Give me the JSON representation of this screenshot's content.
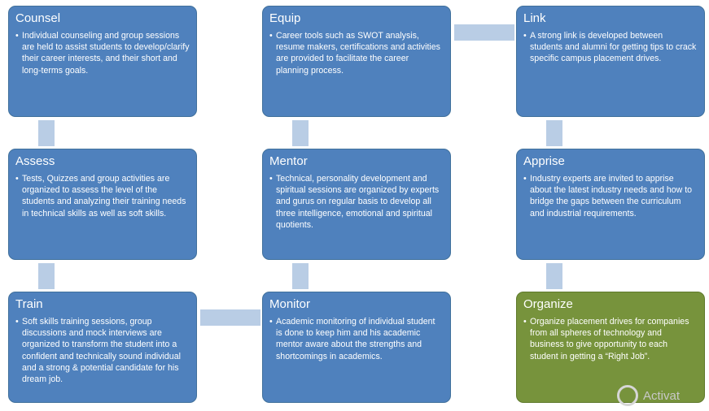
{
  "boxes": {
    "counsel": {
      "title": "Counsel",
      "text": "Individual counseling and group sessions are held to assist students to develop/clarify their career interests, and their short and long-terms goals."
    },
    "equip": {
      "title": "Equip",
      "text": "Career tools such as SWOT analysis, resume makers, certifications and activities are provided to facilitate the career planning process."
    },
    "link": {
      "title": "Link",
      "text": "A strong link is developed between students and alumni for getting tips to crack specific campus placement drives."
    },
    "assess": {
      "title": "Assess",
      "text": "Tests, Quizzes and group activities are organized to assess the level of the students and analyzing their training needs in technical skills as well as soft skills."
    },
    "mentor": {
      "title": "Mentor",
      "text": "Technical, personality development and spiritual sessions are organized by experts and gurus on regular basis to develop all three intelligence, emotional and spiritual quotients."
    },
    "apprise": {
      "title": "Apprise",
      "text": "Industry experts are invited to apprise about the latest industry needs and how to bridge the gaps between the curriculum and industrial requirements."
    },
    "train": {
      "title": "Train",
      "text": "Soft skills training sessions, group discussions and mock interviews are organized to transform the student into a confident and technically sound individual and a strong & potential candidate for his dream job."
    },
    "monitor": {
      "title": "Monitor",
      "text": "Academic monitoring of individual student is done to keep him and his academic mentor aware about the strengths and shortcomings in academics."
    },
    "organize": {
      "title": "Organize",
      "text": "Organize placement drives for companies from all spheres of technology and business to give opportunity to each student in getting a “Right Job”."
    }
  },
  "colors": {
    "box": "#4f81bd",
    "final_box": "#77933c",
    "connector": "#b9cde5"
  },
  "watermark": {
    "text": "Activat",
    "icon": "windows-activation-icon"
  }
}
